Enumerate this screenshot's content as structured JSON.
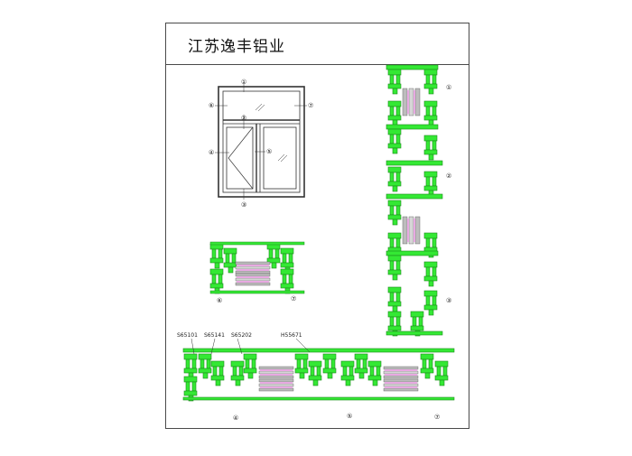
{
  "title": "江苏逸丰铝业",
  "colors": {
    "profile": "#34e834",
    "profile_dark": "#1c8a1c",
    "glass": "#b8b8b8",
    "seal": "#e9a9e2",
    "line": "#333333"
  },
  "elevation_markers": [
    "①",
    "②",
    "③",
    "④",
    "⑤",
    "⑥",
    "⑦"
  ],
  "section_6_7": {
    "left": "⑥",
    "right": "⑦"
  },
  "vertical_markers": [
    "①",
    "②",
    "③"
  ],
  "bottom_codes": [
    "S65101",
    "S65141",
    "S65202",
    "H55671"
  ],
  "bottom_markers": [
    "④",
    "⑤",
    "⑦"
  ]
}
